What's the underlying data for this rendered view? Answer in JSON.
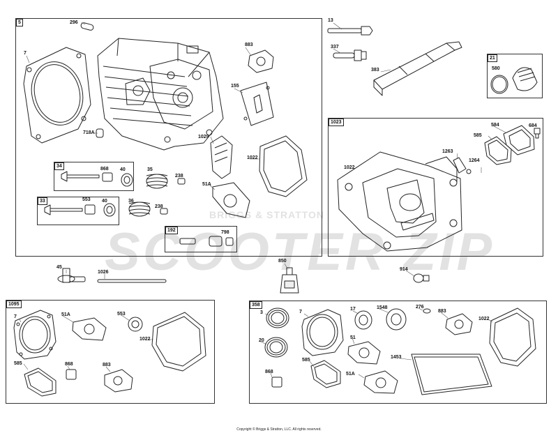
{
  "watermark": {
    "brand": "BRIGGS & STRATTON",
    "logo": "SCOOTER ZIP"
  },
  "copyright": "Copyright © Briggs & Stratton, LLC. All rights reserved.",
  "groups": {
    "g5": "5",
    "g34": "34",
    "g33": "33",
    "g192": "192",
    "g21": "21",
    "g1023": "1023",
    "g1095": "1095",
    "g358": "358"
  },
  "parts": {
    "p296": "296",
    "p7": "7",
    "p883a": "883",
    "p155": "155",
    "p718a": "718A",
    "p1029": "1029",
    "p1022a": "1022",
    "p868a": "868",
    "p40a": "40",
    "p35": "35",
    "p238a": "238",
    "p51a_a": "51A",
    "p553a": "553",
    "p40b": "40",
    "p36": "36",
    "p238b": "238",
    "p798": "798",
    "p13": "13",
    "p337": "337",
    "p383": "383",
    "p580": "580",
    "p584": "584",
    "p684": "684",
    "p585a": "585",
    "p1263": "1263",
    "p1264": "1264",
    "p1022b": "1022",
    "p45": "45",
    "p1026": "1026",
    "p850": "850",
    "p914": "914",
    "p7b": "7",
    "p51a_b": "51A",
    "p553b": "553",
    "p1022c": "1022",
    "p585b": "585",
    "p868b": "868",
    "p883b": "883",
    "p3": "3",
    "p7c": "7",
    "p17": "17",
    "p1548": "1548",
    "p276": "276",
    "p883c": "883",
    "p1022d": "1022",
    "p20": "20",
    "p51": "51",
    "p1453": "1453",
    "p585c": "585",
    "p868c": "868",
    "p51a_c": "51A"
  }
}
